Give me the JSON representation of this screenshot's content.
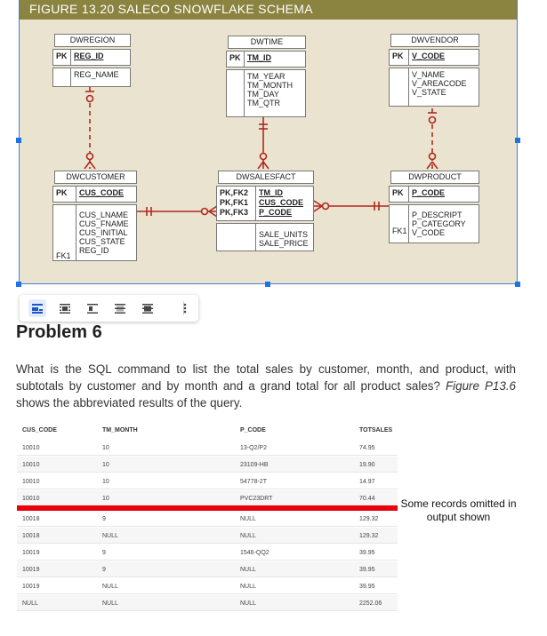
{
  "figure": {
    "title": "FIGURE 13.20  SALECO SNOWFLAKE SCHEMA",
    "entities": {
      "dwregion": {
        "name": "DWREGION",
        "pk_label": "PK",
        "pk": "REG_ID",
        "attrs": [
          "REG_NAME"
        ]
      },
      "dwtime": {
        "name": "DWTIME",
        "pk_label": "PK",
        "pk": "TM_ID",
        "attrs": [
          "TM_YEAR",
          "TM_MONTH",
          "TM_DAY",
          "TM_QTR"
        ]
      },
      "dwvendor": {
        "name": "DWVENDOR",
        "pk_label": "PK",
        "pk": "V_CODE",
        "attrs": [
          "V_NAME",
          "V_AREACODE",
          "V_STATE"
        ]
      },
      "dwcustomer": {
        "name": "DWCUSTOMER",
        "pk_label": "PK",
        "pk": "CUS_CODE",
        "attrs": [
          "CUS_LNAME",
          "CUS_FNAME",
          "CUS_INITIAL",
          "CUS_STATE",
          "REG_ID"
        ],
        "fk_label": "FK1"
      },
      "dwsalesfact": {
        "name": "DWSALESFACT",
        "pk_labels": [
          "PK,FK2",
          "PK,FK1",
          "PK,FK3"
        ],
        "pks": [
          "TM_ID",
          "CUS_CODE",
          "P_CODE"
        ],
        "attrs": [
          "SALE_UNITS",
          "SALE_PRICE"
        ]
      },
      "dwproduct": {
        "name": "DWPRODUCT",
        "pk_label": "PK",
        "pk": "P_CODE",
        "attrs": [
          "P_DESCRIPT",
          "P_CATEGORY",
          "V_CODE"
        ],
        "fk_label": "FK1"
      }
    }
  },
  "toolbar": {
    "icons": [
      "align-inline-icon",
      "wrap-text-icon",
      "break-text-icon",
      "behind-text-icon",
      "in-front-of-text-icon",
      "more-options-icon"
    ]
  },
  "problem": {
    "title": "Problem 6",
    "question_main": "What is the SQL command to list the total sales by customer, month, and product, with subtotals by customer and by month and a grand total for all product sales?",
    "question_figure": "Figure P13.6",
    "question_tail": " shows the abbreviated results of the query."
  },
  "results": {
    "headers": [
      "CUS_CODE",
      "TM_MONTH",
      "P_CODE",
      "TOTSALES"
    ],
    "rows": [
      [
        "10010",
        "10",
        "13-Q2/P2",
        "74.95"
      ],
      [
        "10010",
        "10",
        "23109-HB",
        "19.90"
      ],
      [
        "10010",
        "10",
        "54778-2T",
        "14.97"
      ],
      [
        "10010",
        "10",
        "PVC23DRT",
        "70.44"
      ],
      [
        "10018",
        "9",
        "NULL",
        "129.32"
      ],
      [
        "10018",
        "NULL",
        "NULL",
        "129.32"
      ],
      [
        "10019",
        "9",
        "1546-QQ2",
        "39.95"
      ],
      [
        "10019",
        "9",
        "NULL",
        "39.95"
      ],
      [
        "10019",
        "NULL",
        "NULL",
        "39.95"
      ],
      [
        "NULL",
        "NULL",
        "NULL",
        "2252.06"
      ]
    ],
    "note": "Some records omitted in output shown"
  }
}
